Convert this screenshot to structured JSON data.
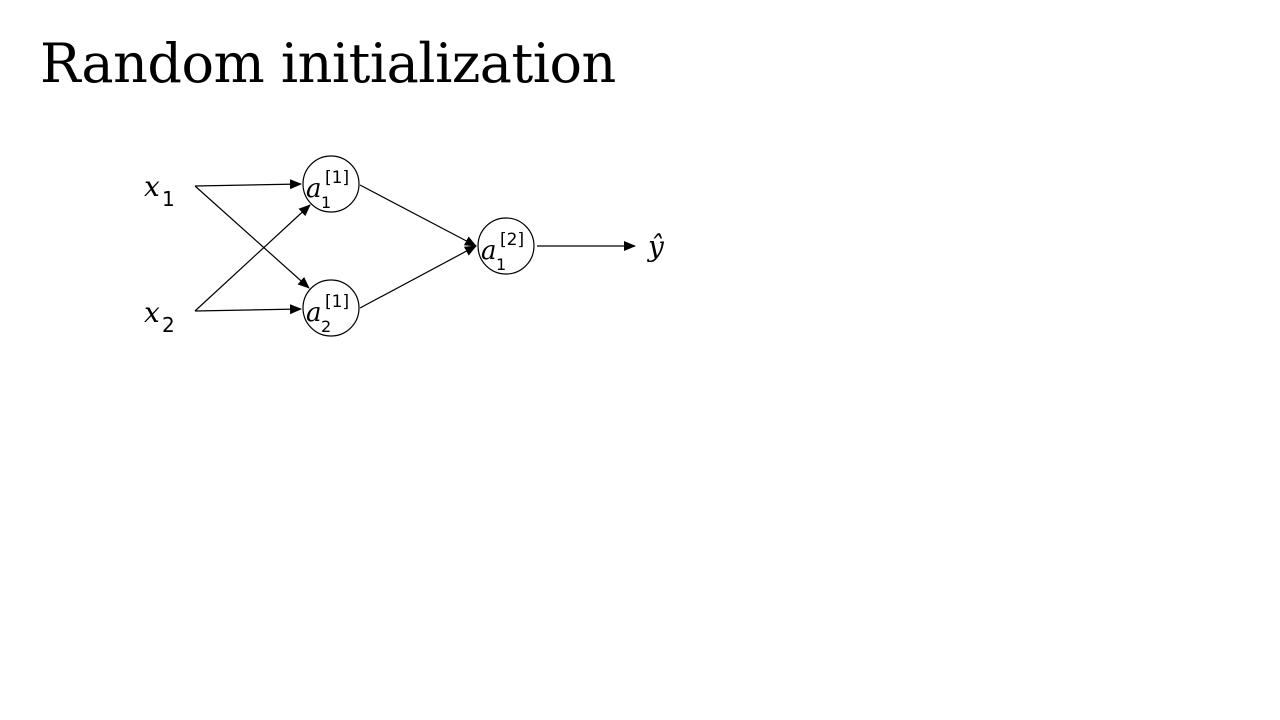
{
  "slide": {
    "title": "Random initialization"
  },
  "network": {
    "inputs": [
      {
        "name": "x",
        "sub": "1"
      },
      {
        "name": "x",
        "sub": "2"
      }
    ],
    "hidden_layer": [
      {
        "name": "a",
        "sub": "1",
        "sup": "[1]"
      },
      {
        "name": "a",
        "sub": "2",
        "sup": "[1]"
      }
    ],
    "output_unit": {
      "name": "a",
      "sub": "1",
      "sup": "[2]"
    },
    "prediction": {
      "name": "ŷ"
    }
  }
}
